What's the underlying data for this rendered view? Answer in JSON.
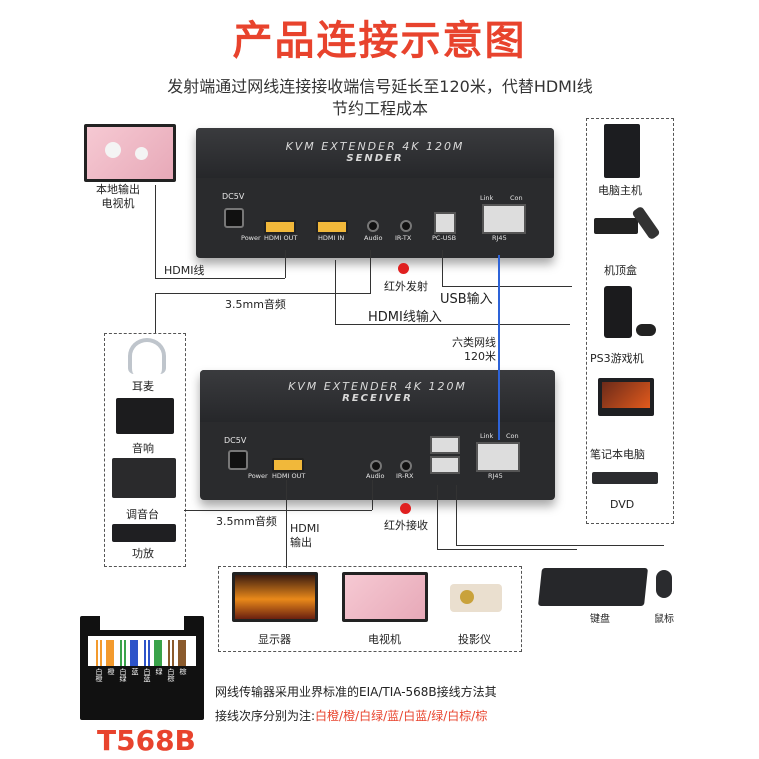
{
  "title": "产品连接示意图",
  "subtitle_line1": "发射端通过网线连接接收端信号延长至120米，代替HDMI线",
  "subtitle_line2": "节约工程成本",
  "sender": {
    "model": "KVM EXTENDER 4K 120M",
    "name": "SENDER",
    "ports": [
      "DC5V",
      "Power",
      "HDMI OUT",
      "HDMI IN",
      "Audio",
      "IR-TX",
      "PC-USB",
      "RJ45",
      "Link",
      "Con"
    ]
  },
  "receiver": {
    "model": "KVM EXTENDER 4K 120M",
    "name": "RECEIVER",
    "ports": [
      "DC5V",
      "Power",
      "HDMI OUT",
      "Audio",
      "IR-RX",
      "RJ45",
      "Link",
      "Con"
    ]
  },
  "labels": {
    "local_tv": "本地输出\n电视机",
    "hdmi_cable": "HDMI线",
    "audio_35": "3.5mm音频",
    "ir_tx": "红外发射",
    "usb_in": "USB输入",
    "hdmi_in": "HDMI线输入",
    "cat6": "六类网线\n120米",
    "ir_rx": "红外接收",
    "audio_35_rx": "3.5mm音频",
    "hdmi_out": "HDMI\n输出"
  },
  "sources": [
    "电脑主机",
    "机顶盒",
    "PS3游戏机",
    "笔记本电脑",
    "DVD"
  ],
  "audio_devices": [
    "耳麦",
    "音响",
    "调音台",
    "功放"
  ],
  "displays": [
    "显示器",
    "电视机",
    "投影仪"
  ],
  "peripherals": [
    "键盘",
    "鼠标"
  ],
  "t568b": {
    "title": "T568B",
    "pins": [
      "白橙",
      "橙",
      "白绿",
      "蓝",
      "白蓝",
      "绿",
      "白棕",
      "棕"
    ],
    "note_line1": "网线传输器采用业界标准的EIA/TIA-568B接线方法其",
    "note_line2_prefix": "接线次序分别为注:",
    "note_line2_order": "白橙/橙/白绿/蓝/白蓝/绿/白棕/棕"
  }
}
